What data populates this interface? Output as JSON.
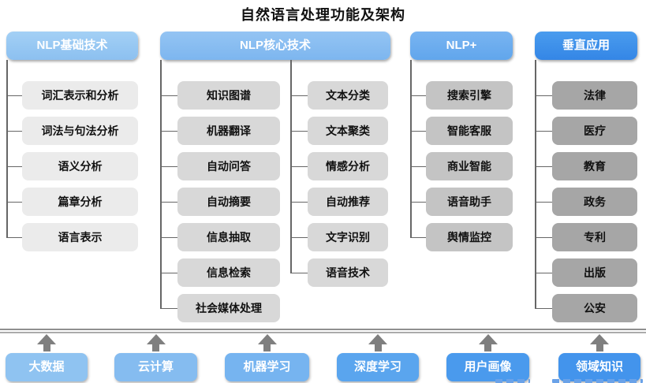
{
  "title": "自然语言处理功能及架构",
  "columns": {
    "basic": {
      "header": "NLP基础技术",
      "items": [
        "词汇表示和分析",
        "词法与句法分析",
        "语义分析",
        "篇章分析",
        "语言表示"
      ]
    },
    "core": {
      "header": "NLP核心技术",
      "items_left": [
        "知识图谱",
        "机器翻译",
        "自动问答",
        "自动摘要",
        "信息抽取",
        "信息检索",
        "社会媒体处理"
      ],
      "items_right": [
        "文本分类",
        "文本聚类",
        "情感分析",
        "自动推荐",
        "文字识别",
        "语音技术"
      ]
    },
    "plus": {
      "header": "NLP+",
      "items": [
        "搜索引擎",
        "智能客服",
        "商业智能",
        "语音助手",
        "舆情监控"
      ]
    },
    "vertical": {
      "header": "垂直应用",
      "items": [
        "法律",
        "医疗",
        "教育",
        "政务",
        "专利",
        "出版",
        "公安"
      ]
    }
  },
  "foundation": [
    "大数据",
    "云计算",
    "机器学习",
    "深度学习",
    "用户画像",
    "领域知识"
  ],
  "colors": {
    "header_basic": "#93c5f2",
    "header_core": "#85bcf0",
    "header_plus": "#6aacee",
    "header_vertical": "#3b8de9",
    "item_basic": "#ebebeb",
    "item_core": "#d8d8d8",
    "item_plus": "#c4c4c4",
    "item_vertical": "#a6a6a6",
    "foundation_left": "#8fc3f1",
    "foundation_right": "#4394ec",
    "connector": "#666666",
    "arrow": "#7f7f7f",
    "title_text": "#111111"
  }
}
